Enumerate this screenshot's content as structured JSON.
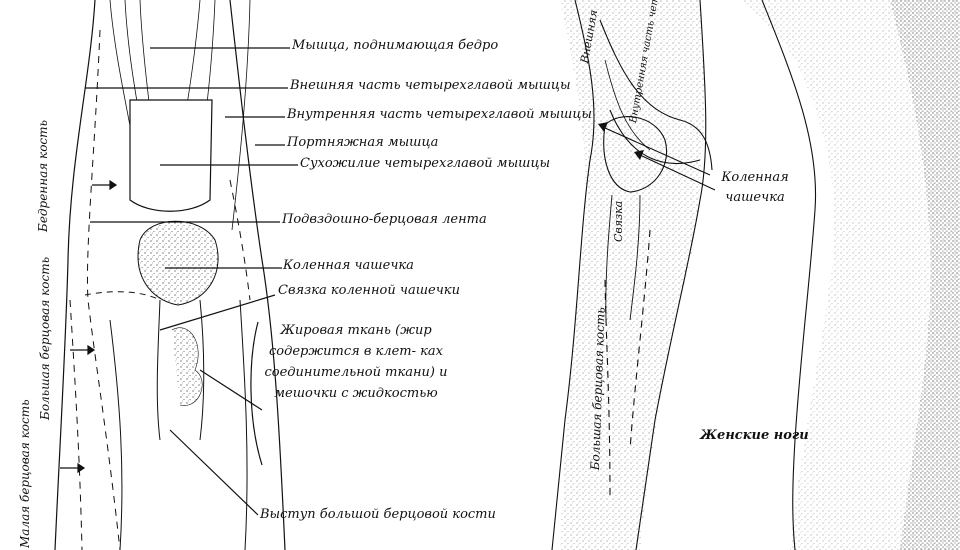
{
  "left_diagram": {
    "labels": {
      "muscle_lift_thigh": "Мышца, поднимающая бедро",
      "outer_quadriceps": "Внешняя часть четырехглавой мышцы",
      "inner_quadriceps": "Внутренняя часть четырехглавой мышцы",
      "sartorius": "Портняжная мышца",
      "quadriceps_tendon": "Сухожилие четырехглавой мышцы",
      "iliotibial_band": "Подвздошно-берцовая лента",
      "kneecap": "Коленная чашечка",
      "kneecap_ligament": "Связка коленной чашечки",
      "fat_tissue": "Жировая ткань (жир содержится в клет- ках соединительной ткани) и мешочки с жидкостью",
      "tibial_tuberosity": "Выступ большой берцовой кости",
      "femur": "Бедренная кость",
      "tibia": "Большая берцовая кость",
      "fibula": "Малая берцовая кость"
    }
  },
  "right_diagram": {
    "labels": {
      "outer": "Внешняя",
      "inner": "Внутренняя часть четырехглавой мышцы",
      "kneecap": "Коленная чашечка",
      "ligament": "Связка",
      "tibia": "Большая берцовая кость"
    },
    "caption": "Женские ноги"
  }
}
